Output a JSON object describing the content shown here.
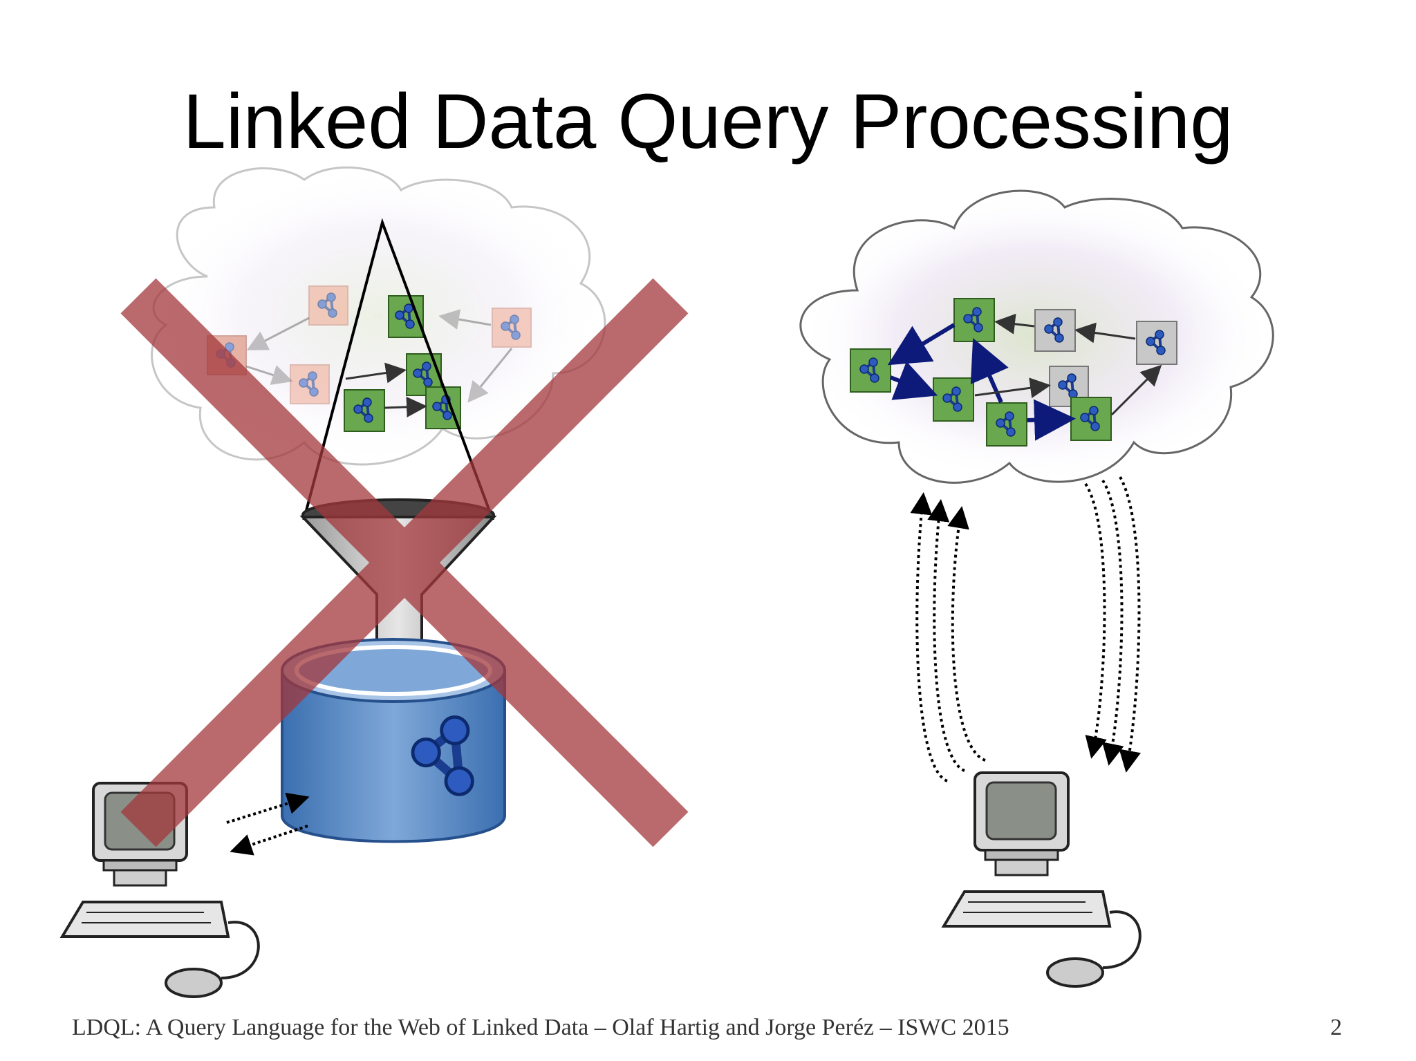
{
  "slide": {
    "title": "Linked Data Query Processing",
    "footer": "LDQL: A Query Language for the Web of Linked Data  –  Olaf Hartig and Jorge Peréz  –  ISWC 2015",
    "page_number": "2"
  },
  "icons": {
    "left_panel": [
      "cloud-icon",
      "linked-data-document-icon",
      "funnel-icon",
      "database-icon",
      "computer-icon",
      "cross-icon"
    ],
    "right_panel": [
      "cloud-icon",
      "linked-data-document-icon",
      "computer-icon",
      "dotted-arrow-icon"
    ]
  },
  "colors": {
    "cross": "#b14b4e",
    "document_green": "#6aa84f",
    "document_gray": "#c8c8c8",
    "document_faded": "#f2b8a4",
    "link_arrow": "#1a237e",
    "database_blue": "#4a7fc1"
  }
}
